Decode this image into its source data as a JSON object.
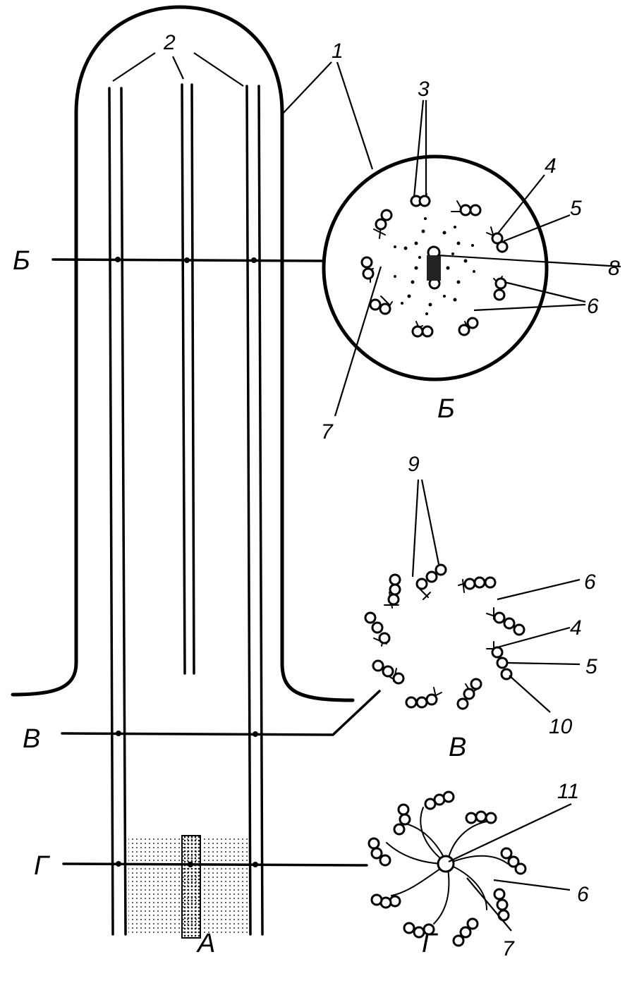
{
  "labels": {
    "n1": "1",
    "n2": "2",
    "n3": "3",
    "n4": "4",
    "n5": "5",
    "n6": "6",
    "n7": "7",
    "n8": "8",
    "n9": "9",
    "n10": "10",
    "n11": "11",
    "sec_b": "Б",
    "sec_v": "В",
    "sec_g": "Г",
    "fig_a": "А"
  }
}
